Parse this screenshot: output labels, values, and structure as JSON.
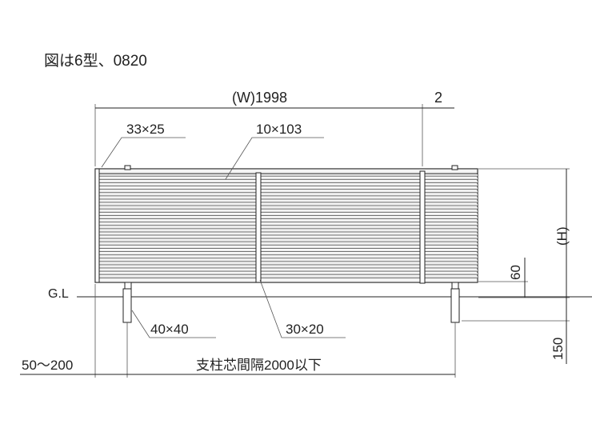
{
  "caption": "図は6型、0820",
  "dimensions": {
    "width": "(W)1998",
    "gap": "2",
    "height": "(H)",
    "frame": "33×25",
    "louver": "10×103",
    "post": "40×40",
    "mid_post": "30×20",
    "bottom_clearance": "60",
    "embed_depth": "150",
    "post_offset": "50〜200",
    "post_spacing": "支柱芯間隔2000以下"
  },
  "ground_label": "G.L",
  "colors": {
    "line": "#222222",
    "slat_dark": "#6e6e6e",
    "slat_light": "#e9e9e9"
  }
}
